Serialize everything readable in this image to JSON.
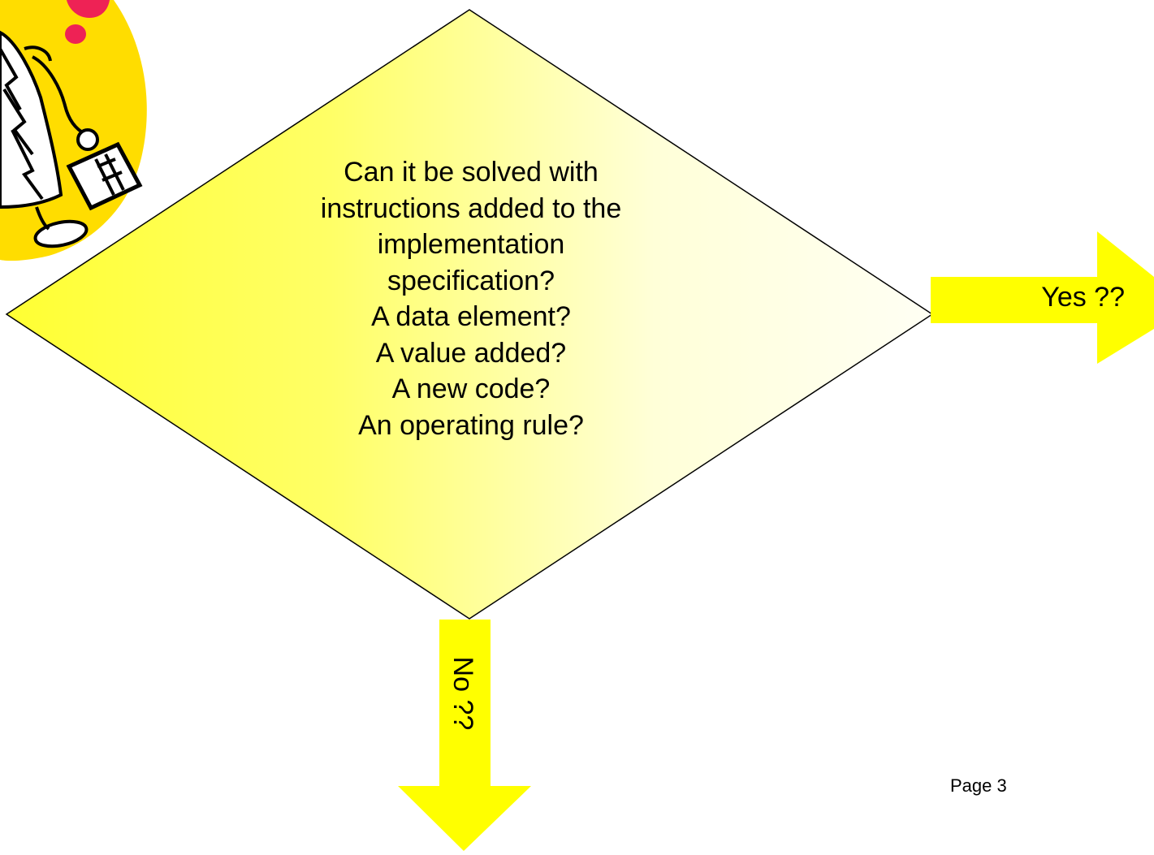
{
  "decision": {
    "lines": [
      "Can it be solved with",
      "instructions added to the",
      "implementation",
      "specification?",
      "A data element?",
      "A value added?",
      "A new code?",
      "An operating rule?"
    ]
  },
  "yes_arrow": {
    "label": "Yes ??"
  },
  "no_arrow": {
    "label": "No ??"
  },
  "footer": {
    "page": "Page 3"
  },
  "colors": {
    "arrow": "#ffff00",
    "diamond_left": "#ffff33",
    "diamond_right": "#ffffee",
    "clipart_sun": "#ffdd00",
    "clipart_accent": "#ee2255"
  },
  "icons": [
    "cartoon-doctor-clipart"
  ]
}
